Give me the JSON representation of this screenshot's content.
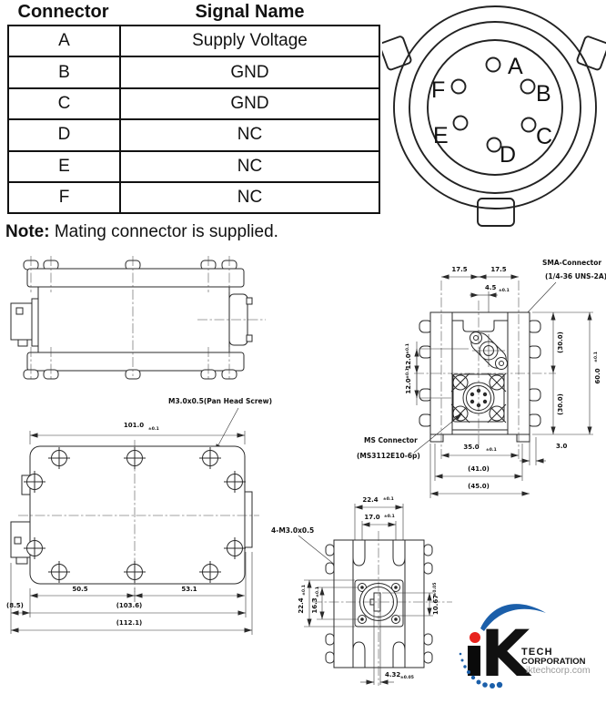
{
  "table": {
    "header": [
      "Connector",
      "Signal Name"
    ],
    "rows": [
      [
        "A",
        "Supply Voltage"
      ],
      [
        "B",
        "GND"
      ],
      [
        "C",
        "GND"
      ],
      [
        "D",
        "NC"
      ],
      [
        "E",
        "NC"
      ],
      [
        "F",
        "NC"
      ]
    ]
  },
  "note": {
    "label": "Note:",
    "text": "Mating connector is supplied."
  },
  "pinout": {
    "pins": [
      {
        "label": "A"
      },
      {
        "label": "B"
      },
      {
        "label": "C"
      },
      {
        "label": "D"
      },
      {
        "label": "E"
      },
      {
        "label": "F"
      }
    ]
  },
  "tolerances": {
    "t01": "±0.1",
    "t005": "±0.05"
  },
  "drawings": {
    "top_view": {
      "screw_label": "M3.0x0.5(Pan Head Screw)",
      "d101": "101.0",
      "d505": "50.5",
      "d531": "53.1",
      "d85": "(8.5)",
      "d1036": "(103.6)",
      "d1121": "(112.1)"
    },
    "rear_view": {
      "sma1": "SMA-Connector",
      "sma2": "(1/4-36 UNS-2A)",
      "ms1": "MS Connector",
      "ms2": "(MS3112E10-6p)",
      "t17l": "17.5",
      "t17r": "17.5",
      "t45": "4.5",
      "t12a": "12.0",
      "t12b": "12.0",
      "t30a": "(30.0)",
      "t60": "60.0",
      "t30b": "(30.0)",
      "t35": "35.0",
      "t3": "3.0",
      "t41": "(41.0)",
      "t45o": "(45.0)"
    },
    "front_view": {
      "screw_label": "4-M3.0x0.5",
      "d224t": "22.4",
      "d170": "17.0",
      "d224l": "22.4",
      "d163": "16.3",
      "d1067": "10.67",
      "d432": "4.32"
    }
  },
  "logo": {
    "k": "K",
    "tech": "TECH",
    "corp": "CORPORATION",
    "url": "iktechcorp.com",
    "blue": "#1b5faa",
    "red": "#e8231e"
  }
}
